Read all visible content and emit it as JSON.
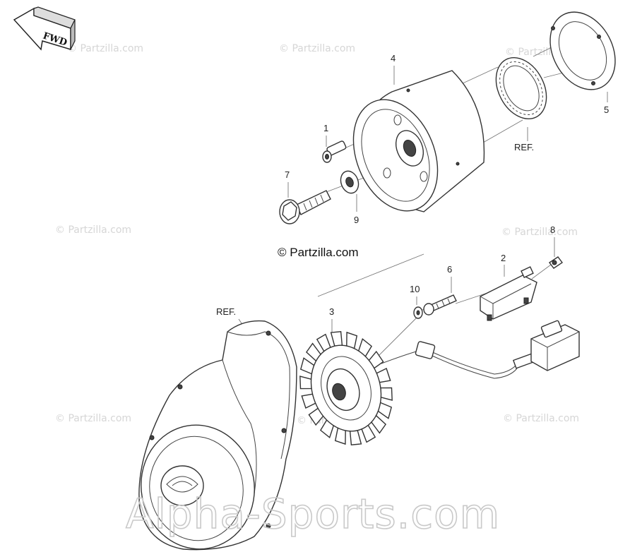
{
  "diagram": {
    "direction_label": "FWD",
    "watermark_text": "© Partzilla.com",
    "credit_text": "© Partzilla.com",
    "banner_text": "Alpha-Sports.com",
    "callouts": [
      {
        "id": "c1",
        "label": "1"
      },
      {
        "id": "c2",
        "label": "2"
      },
      {
        "id": "c3",
        "label": "3"
      },
      {
        "id": "c4",
        "label": "4"
      },
      {
        "id": "c5",
        "label": "5"
      },
      {
        "id": "c6",
        "label": "6"
      },
      {
        "id": "c7",
        "label": "7"
      },
      {
        "id": "c8",
        "label": "8"
      },
      {
        "id": "c9",
        "label": "9"
      },
      {
        "id": "c10",
        "label": "10"
      },
      {
        "id": "ref1",
        "label": "REF."
      },
      {
        "id": "ref2",
        "label": "REF."
      }
    ]
  }
}
